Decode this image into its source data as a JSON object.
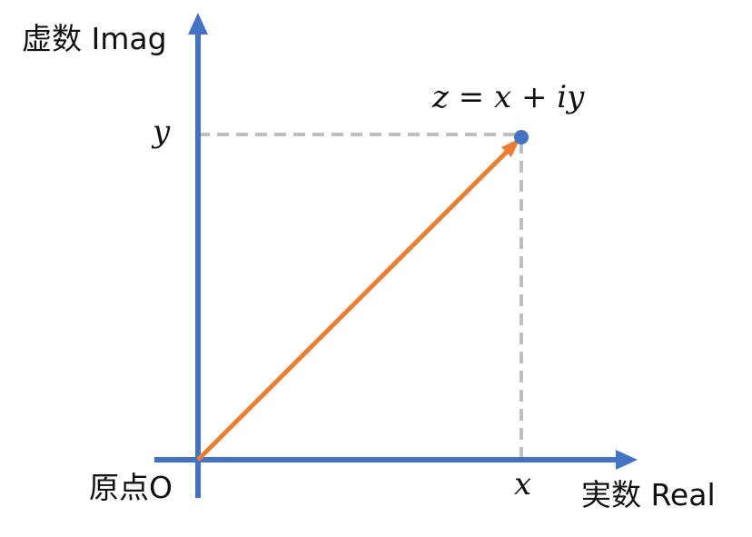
{
  "axes": {
    "imag_label": "虚数 Imag",
    "real_label": "実数 Real",
    "origin_label": "原点O"
  },
  "point": {
    "label": "z = x + iy",
    "x_label": "x",
    "y_label": "y"
  },
  "colors": {
    "axis": "#4472C4",
    "vector": "#ED7D31",
    "guide": "#BFBFBF",
    "point": "#4472C4"
  }
}
